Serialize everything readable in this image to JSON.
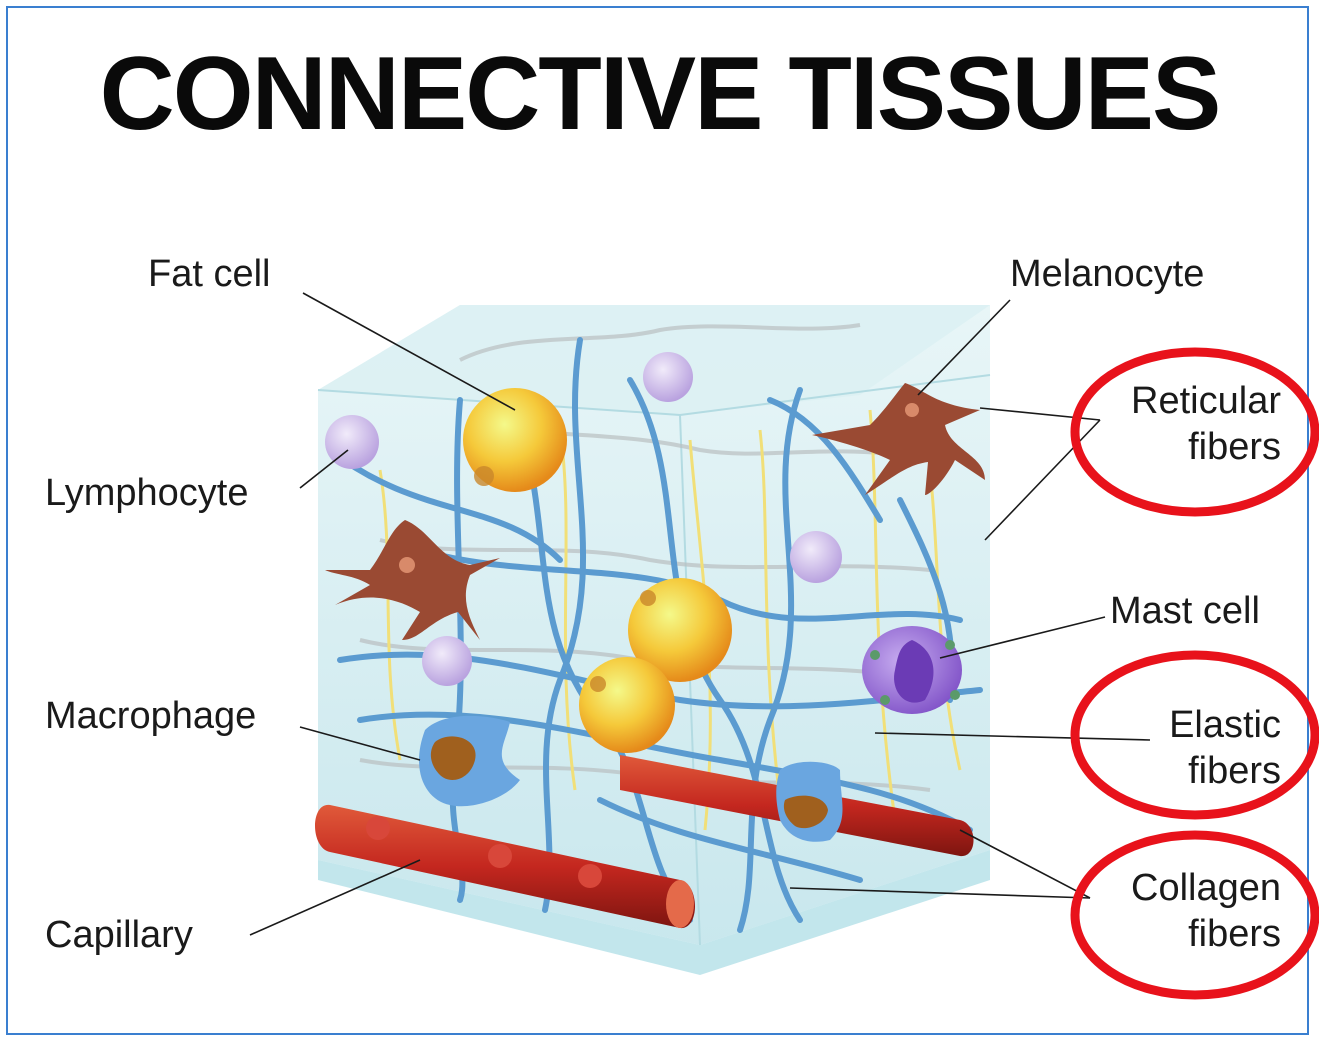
{
  "title": "CONNECTIVE TISSUES",
  "labels": {
    "fat_cell": "Fat cell",
    "lymphocyte": "Lymphocyte",
    "macrophage": "Macrophage",
    "capillary": "Capillary",
    "melanocyte": "Melanocyte",
    "reticular_1": "Reticular",
    "reticular_2": "fibers",
    "mast_cell": "Mast cell",
    "elastic_1": "Elastic",
    "elastic_2": "fibers",
    "collagen_1": "Collagen",
    "collagen_2": "fibers"
  },
  "colors": {
    "frame_border": "#3a7fd0",
    "highlight_circle": "#e8121b",
    "collagen_fiber": "#5b9bd0",
    "elastic_fiber": "#f3e27a",
    "capillary": "#b8231f",
    "fat_cell": "#f2b21c",
    "lymphocyte": "#c9b6e6",
    "melanocyte": "#9a4a33",
    "mast_cell": "#9a6fd8",
    "macrophage": "#6aa6e0",
    "tissue_block": "#cfecef"
  }
}
